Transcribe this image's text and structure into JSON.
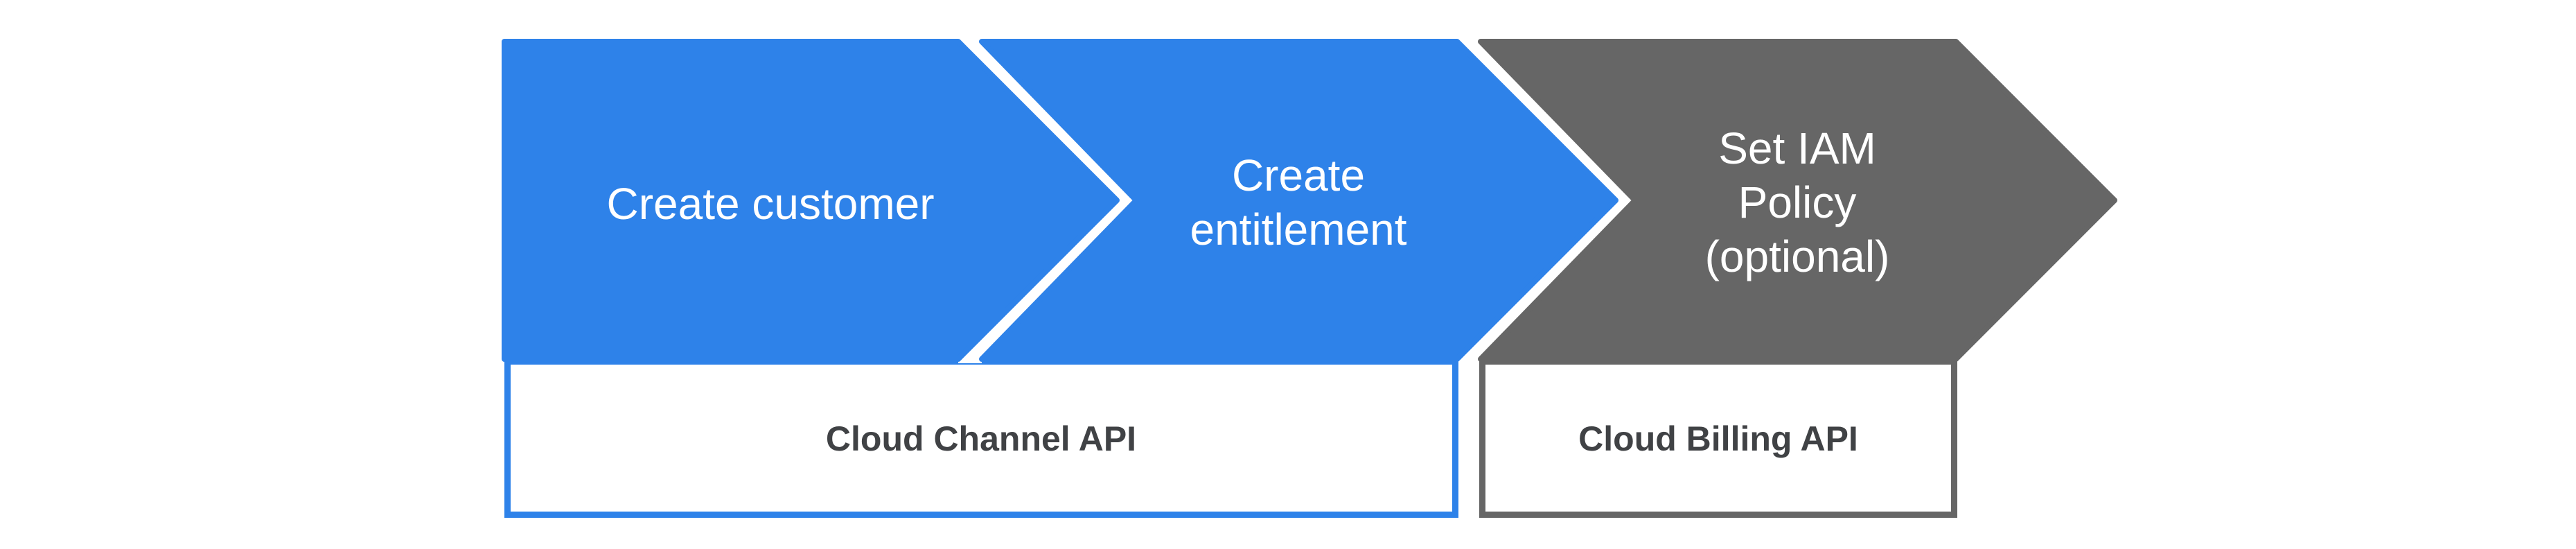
{
  "diagram": {
    "colors": {
      "blue": "#2E82E9",
      "gray": "#666666",
      "step_text": "#FFFFFF",
      "label_text": "#404245",
      "background": "#FFFFFF"
    },
    "steps": [
      {
        "name": "create-customer",
        "color": "blue",
        "lines": [
          "Create customer"
        ]
      },
      {
        "name": "create-entitlement",
        "color": "blue",
        "lines": [
          "Create",
          "entitlement"
        ]
      },
      {
        "name": "set-iam-policy",
        "color": "gray",
        "lines": [
          "Set IAM",
          "Policy",
          "(optional)"
        ]
      }
    ],
    "api_boxes": [
      {
        "name": "cloud-channel-api",
        "color": "blue",
        "label": "Cloud Channel API"
      },
      {
        "name": "cloud-billing-api",
        "color": "gray",
        "label": "Cloud Billing API"
      }
    ]
  }
}
